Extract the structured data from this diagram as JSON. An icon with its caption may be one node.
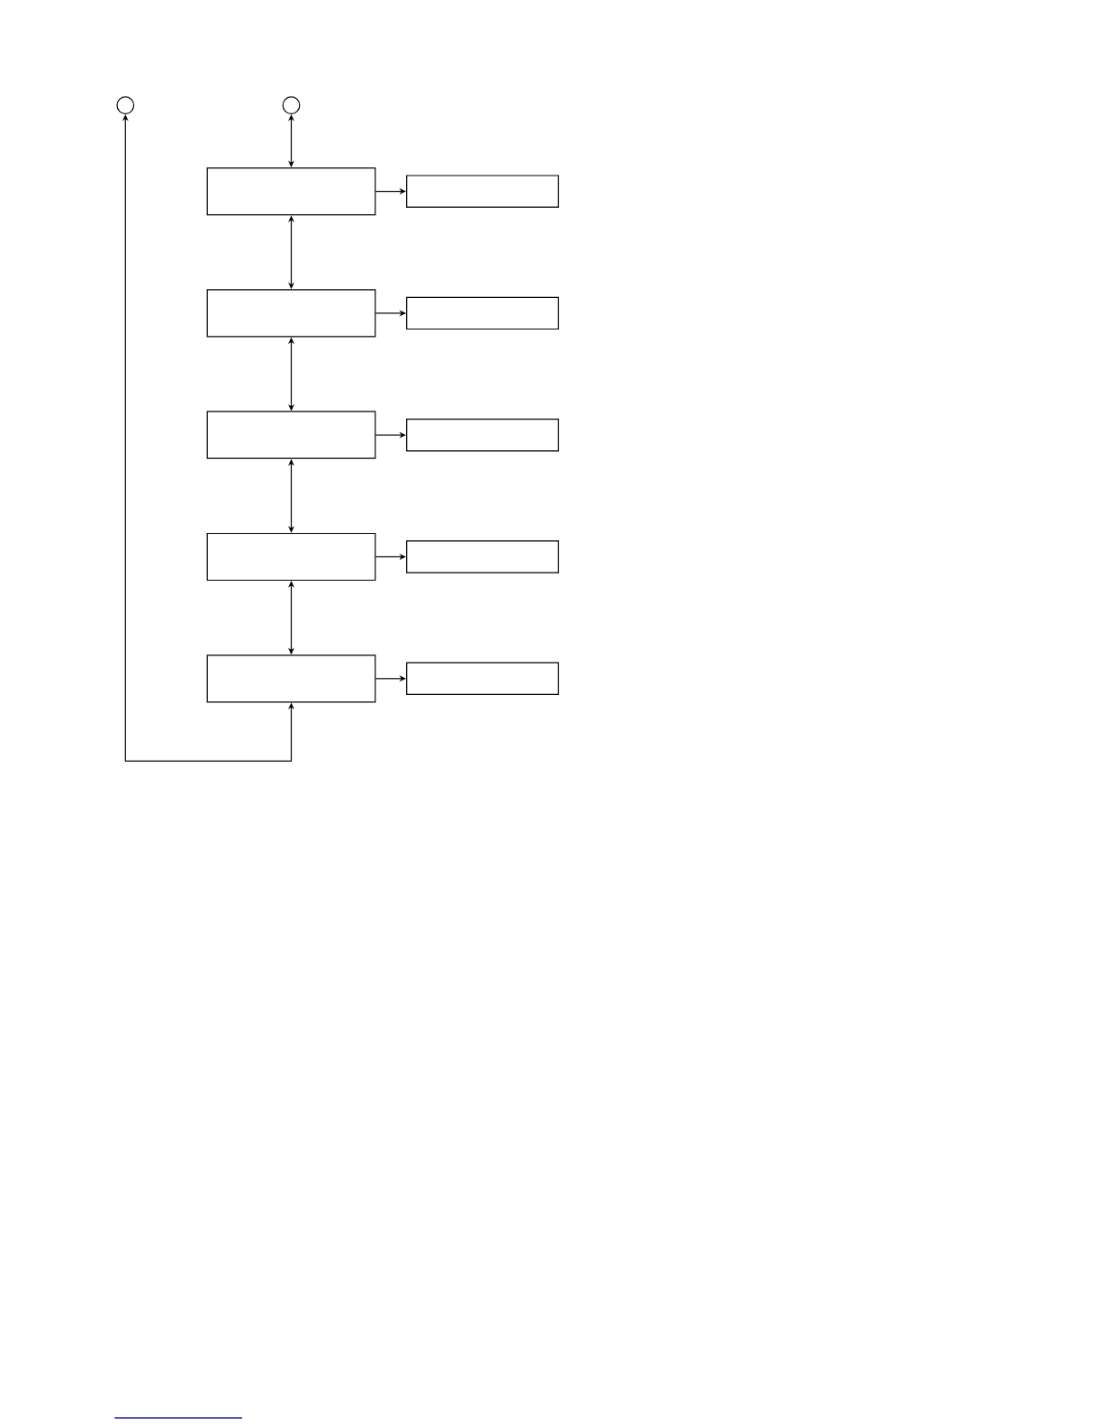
{
  "diagram": {
    "nodes": [
      {
        "text": [],
        "shape": "circle"
      },
      {
        "text": [],
        "shape": "circle"
      },
      {
        "text": [],
        "shape": "box"
      },
      {
        "text": [],
        "shape": "box"
      },
      {
        "text": [],
        "shape": "box"
      },
      {
        "text": [],
        "shape": "box"
      },
      {
        "text": [],
        "shape": "box"
      },
      {
        "text": [],
        "shape": "box"
      },
      {
        "text": [],
        "shape": "box"
      },
      {
        "text": [],
        "shape": "box"
      },
      {
        "text": [],
        "shape": "box"
      },
      {
        "text": [],
        "shape": "box"
      }
    ],
    "edges": [
      {
        "from": 1,
        "to": 2,
        "arrow": "both"
      },
      {
        "from": 2,
        "to": 3,
        "arrow": "to"
      },
      {
        "from": 2,
        "to": 4,
        "arrow": "both"
      },
      {
        "from": 4,
        "to": 5,
        "arrow": "to"
      },
      {
        "from": 4,
        "to": 6,
        "arrow": "both"
      },
      {
        "from": 6,
        "to": 7,
        "arrow": "to"
      },
      {
        "from": 6,
        "to": 8,
        "arrow": "both"
      },
      {
        "from": 8,
        "to": 9,
        "arrow": "to"
      },
      {
        "from": 8,
        "to": 10,
        "arrow": "both"
      },
      {
        "from": 10,
        "to": 11,
        "arrow": "to"
      },
      {
        "from": 10,
        "to": 0,
        "arrow": "both"
      }
    ]
  }
}
